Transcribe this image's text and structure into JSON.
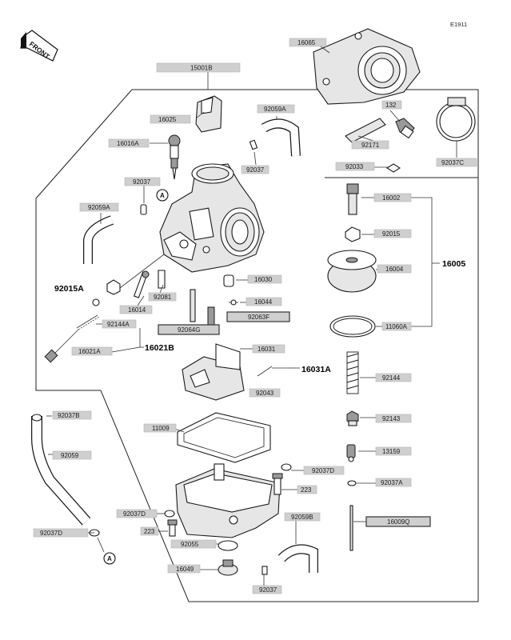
{
  "diagram": {
    "code": "E1911",
    "front_label": "FRONT",
    "ref_marker": "A",
    "labels": [
      {
        "id": "16065",
        "text": "16065"
      },
      {
        "id": "15001B",
        "text": "15001B"
      },
      {
        "id": "92059A_top",
        "text": "92059A"
      },
      {
        "id": "16025",
        "text": "16025"
      },
      {
        "id": "132",
        "text": "132"
      },
      {
        "id": "16016A",
        "text": "16016A"
      },
      {
        "id": "92037_a",
        "text": "92037"
      },
      {
        "id": "92171",
        "text": "92171"
      },
      {
        "id": "92037C",
        "text": "92037C"
      },
      {
        "id": "92037_b",
        "text": "92037"
      },
      {
        "id": "92033",
        "text": "92033"
      },
      {
        "id": "16002",
        "text": "16002"
      },
      {
        "id": "92059A_left",
        "text": "92059A"
      },
      {
        "id": "92015",
        "text": "92015"
      },
      {
        "id": "16004",
        "text": "16004"
      },
      {
        "id": "92015A",
        "text": "92015A"
      },
      {
        "id": "16030",
        "text": "16030"
      },
      {
        "id": "92081",
        "text": "92081"
      },
      {
        "id": "16044",
        "text": "16044"
      },
      {
        "id": "16014",
        "text": "16014"
      },
      {
        "id": "92063F",
        "text": "92063F"
      },
      {
        "id": "92144A",
        "text": "92144A"
      },
      {
        "id": "92064G",
        "text": "92064G"
      },
      {
        "id": "11060A",
        "text": "11060A"
      },
      {
        "id": "16021A",
        "text": "16021A"
      },
      {
        "id": "16021B",
        "text": "16021B"
      },
      {
        "id": "16031",
        "text": "16031"
      },
      {
        "id": "16031A",
        "text": "16031A"
      },
      {
        "id": "92144",
        "text": "92144"
      },
      {
        "id": "92043",
        "text": "92043"
      },
      {
        "id": "16005",
        "text": "16005"
      },
      {
        "id": "92037B",
        "text": "92037B"
      },
      {
        "id": "92143",
        "text": "92143"
      },
      {
        "id": "11009",
        "text": "11009"
      },
      {
        "id": "92059",
        "text": "92059"
      },
      {
        "id": "13159",
        "text": "13159"
      },
      {
        "id": "92037D_r",
        "text": "92037D"
      },
      {
        "id": "92037A",
        "text": "92037A"
      },
      {
        "id": "223_r",
        "text": "223"
      },
      {
        "id": "92037D_l",
        "text": "92037D"
      },
      {
        "id": "92059B",
        "text": "92059B"
      },
      {
        "id": "16009Q",
        "text": "16009Q"
      },
      {
        "id": "92037D_ll",
        "text": "92037D"
      },
      {
        "id": "223_l",
        "text": "223"
      },
      {
        "id": "92055",
        "text": "92055"
      },
      {
        "id": "16049",
        "text": "16049"
      },
      {
        "id": "92037_c",
        "text": "92037"
      }
    ]
  }
}
